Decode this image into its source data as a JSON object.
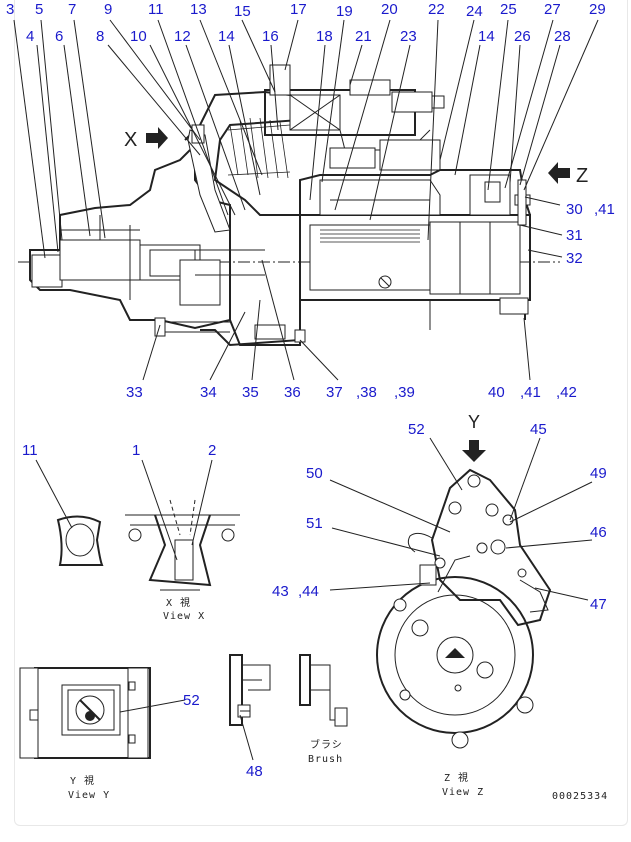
{
  "callouts": {
    "n3": "3",
    "n5": "5",
    "n7": "7",
    "n9": "9",
    "n11": "11",
    "n13": "13",
    "n15": "15",
    "n17": "17",
    "n19": "19",
    "n20": "20",
    "n22": "22",
    "n24": "24",
    "n25": "25",
    "n27": "27",
    "n29": "29",
    "n4": "4",
    "n6": "6",
    "n8": "8",
    "n10": "10",
    "n12": "12",
    "n14a": "14",
    "n16": "16",
    "n18": "18",
    "n21": "21",
    "n23": "23",
    "n14b": "14",
    "n26": "26",
    "n28": "28",
    "n30": "30",
    "n30b": ",41",
    "n31": "31",
    "n32": "32",
    "n33": "33",
    "n34": "34",
    "n35": "35",
    "n36": "36",
    "n37": "37",
    "n38": ",38",
    "n39": ",39",
    "n40": "40",
    "n41": ",41",
    "n42": ",42",
    "n11v": "11",
    "n1": "1",
    "n2": "2",
    "n52a": "52",
    "n45": "45",
    "n49": "49",
    "n50": "50",
    "n46": "46",
    "n51": "51",
    "n43": "43",
    "n44": ",44",
    "n47": "47",
    "n52b": "52",
    "n48": "48"
  },
  "view_marks": {
    "x": "X",
    "z": "Z",
    "y": "Y"
  },
  "captions": {
    "view_x_jp": "X  視",
    "view_x_en": "View X",
    "view_y_jp": "Y  視",
    "view_y_en": "View Y",
    "view_z_jp": "Z  視",
    "view_z_en": "View Z",
    "brush_jp": "ブラシ",
    "brush_en": "Brush",
    "drawing_no": "00025334"
  },
  "colors": {
    "callout": "#1a1acc",
    "line": "#222222"
  }
}
